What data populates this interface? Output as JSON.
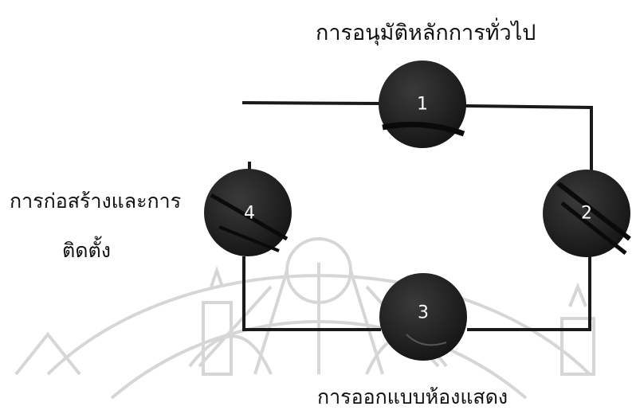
{
  "diagram": {
    "title": "การอนุมัติหลักการทั่วไป",
    "nodes": [
      {
        "number": "1",
        "name": "node-1"
      },
      {
        "number": "2",
        "name": "node-2"
      },
      {
        "number": "3",
        "name": "node-3"
      },
      {
        "number": "4",
        "name": "node-4"
      }
    ],
    "labels": {
      "left_line1": "การก่อสร้างและการ",
      "left_line2": "ติดตั้ง",
      "bottom": "การออกแบบห้องแสดง"
    },
    "colors": {
      "line": "#1a1a1a",
      "node_fill": "#1c1c1c",
      "watermark": "#d6d6d6"
    },
    "watermark_icon": "university-seal-icon"
  }
}
